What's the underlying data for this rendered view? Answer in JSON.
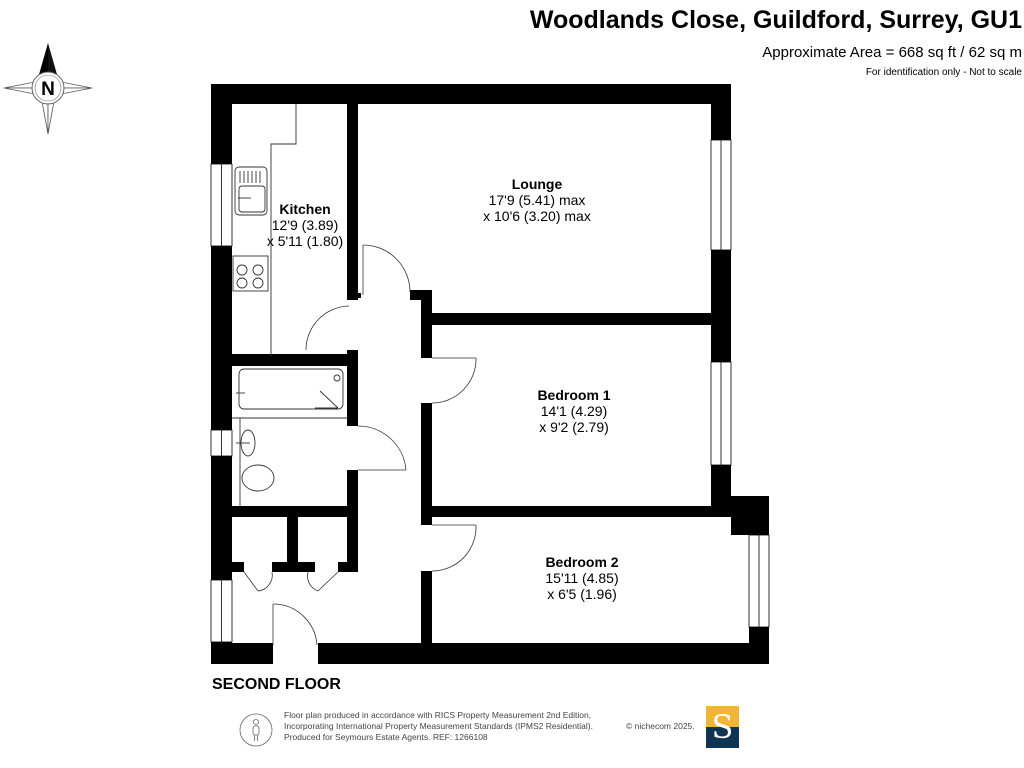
{
  "header": {
    "title": "Woodlands Close, Guildford, Surrey, GU1",
    "area": "Approximate Area = 668 sq ft / 62 sq m",
    "disclaimer": "For identification only - Not to scale"
  },
  "compass": {
    "icon": "north-compass-icon",
    "letter": "N"
  },
  "floor": {
    "name": "SECOND FLOOR"
  },
  "rooms": [
    {
      "name": "Kitchen",
      "dim1": "12'9 (3.89)",
      "dim2": "x 5'11 (1.80)"
    },
    {
      "name": "Lounge",
      "dim1": "17'9 (5.41) max",
      "dim2": "x 10'6 (3.20) max"
    },
    {
      "name": "Bedroom 1",
      "dim1": "14'1 (4.29)",
      "dim2": "x 9'2 (2.79)"
    },
    {
      "name": "Bedroom 2",
      "dim1": "15'11 (4.85)",
      "dim2": "x 6'5 (1.96)"
    }
  ],
  "footer": {
    "line1": "Floor plan produced in accordance with RICS Property Measurement 2nd Edition,",
    "line2": "Incorporating International Property Measurement Standards (IPMS2 Residential).",
    "line3": "Produced for Seymours Estate Agents.   REF: 1266108",
    "copyright": "© nichecom 2025.",
    "logo_letter": "S",
    "logo_colors": {
      "top": "#f2b632",
      "bottom": "#0f3553"
    }
  }
}
